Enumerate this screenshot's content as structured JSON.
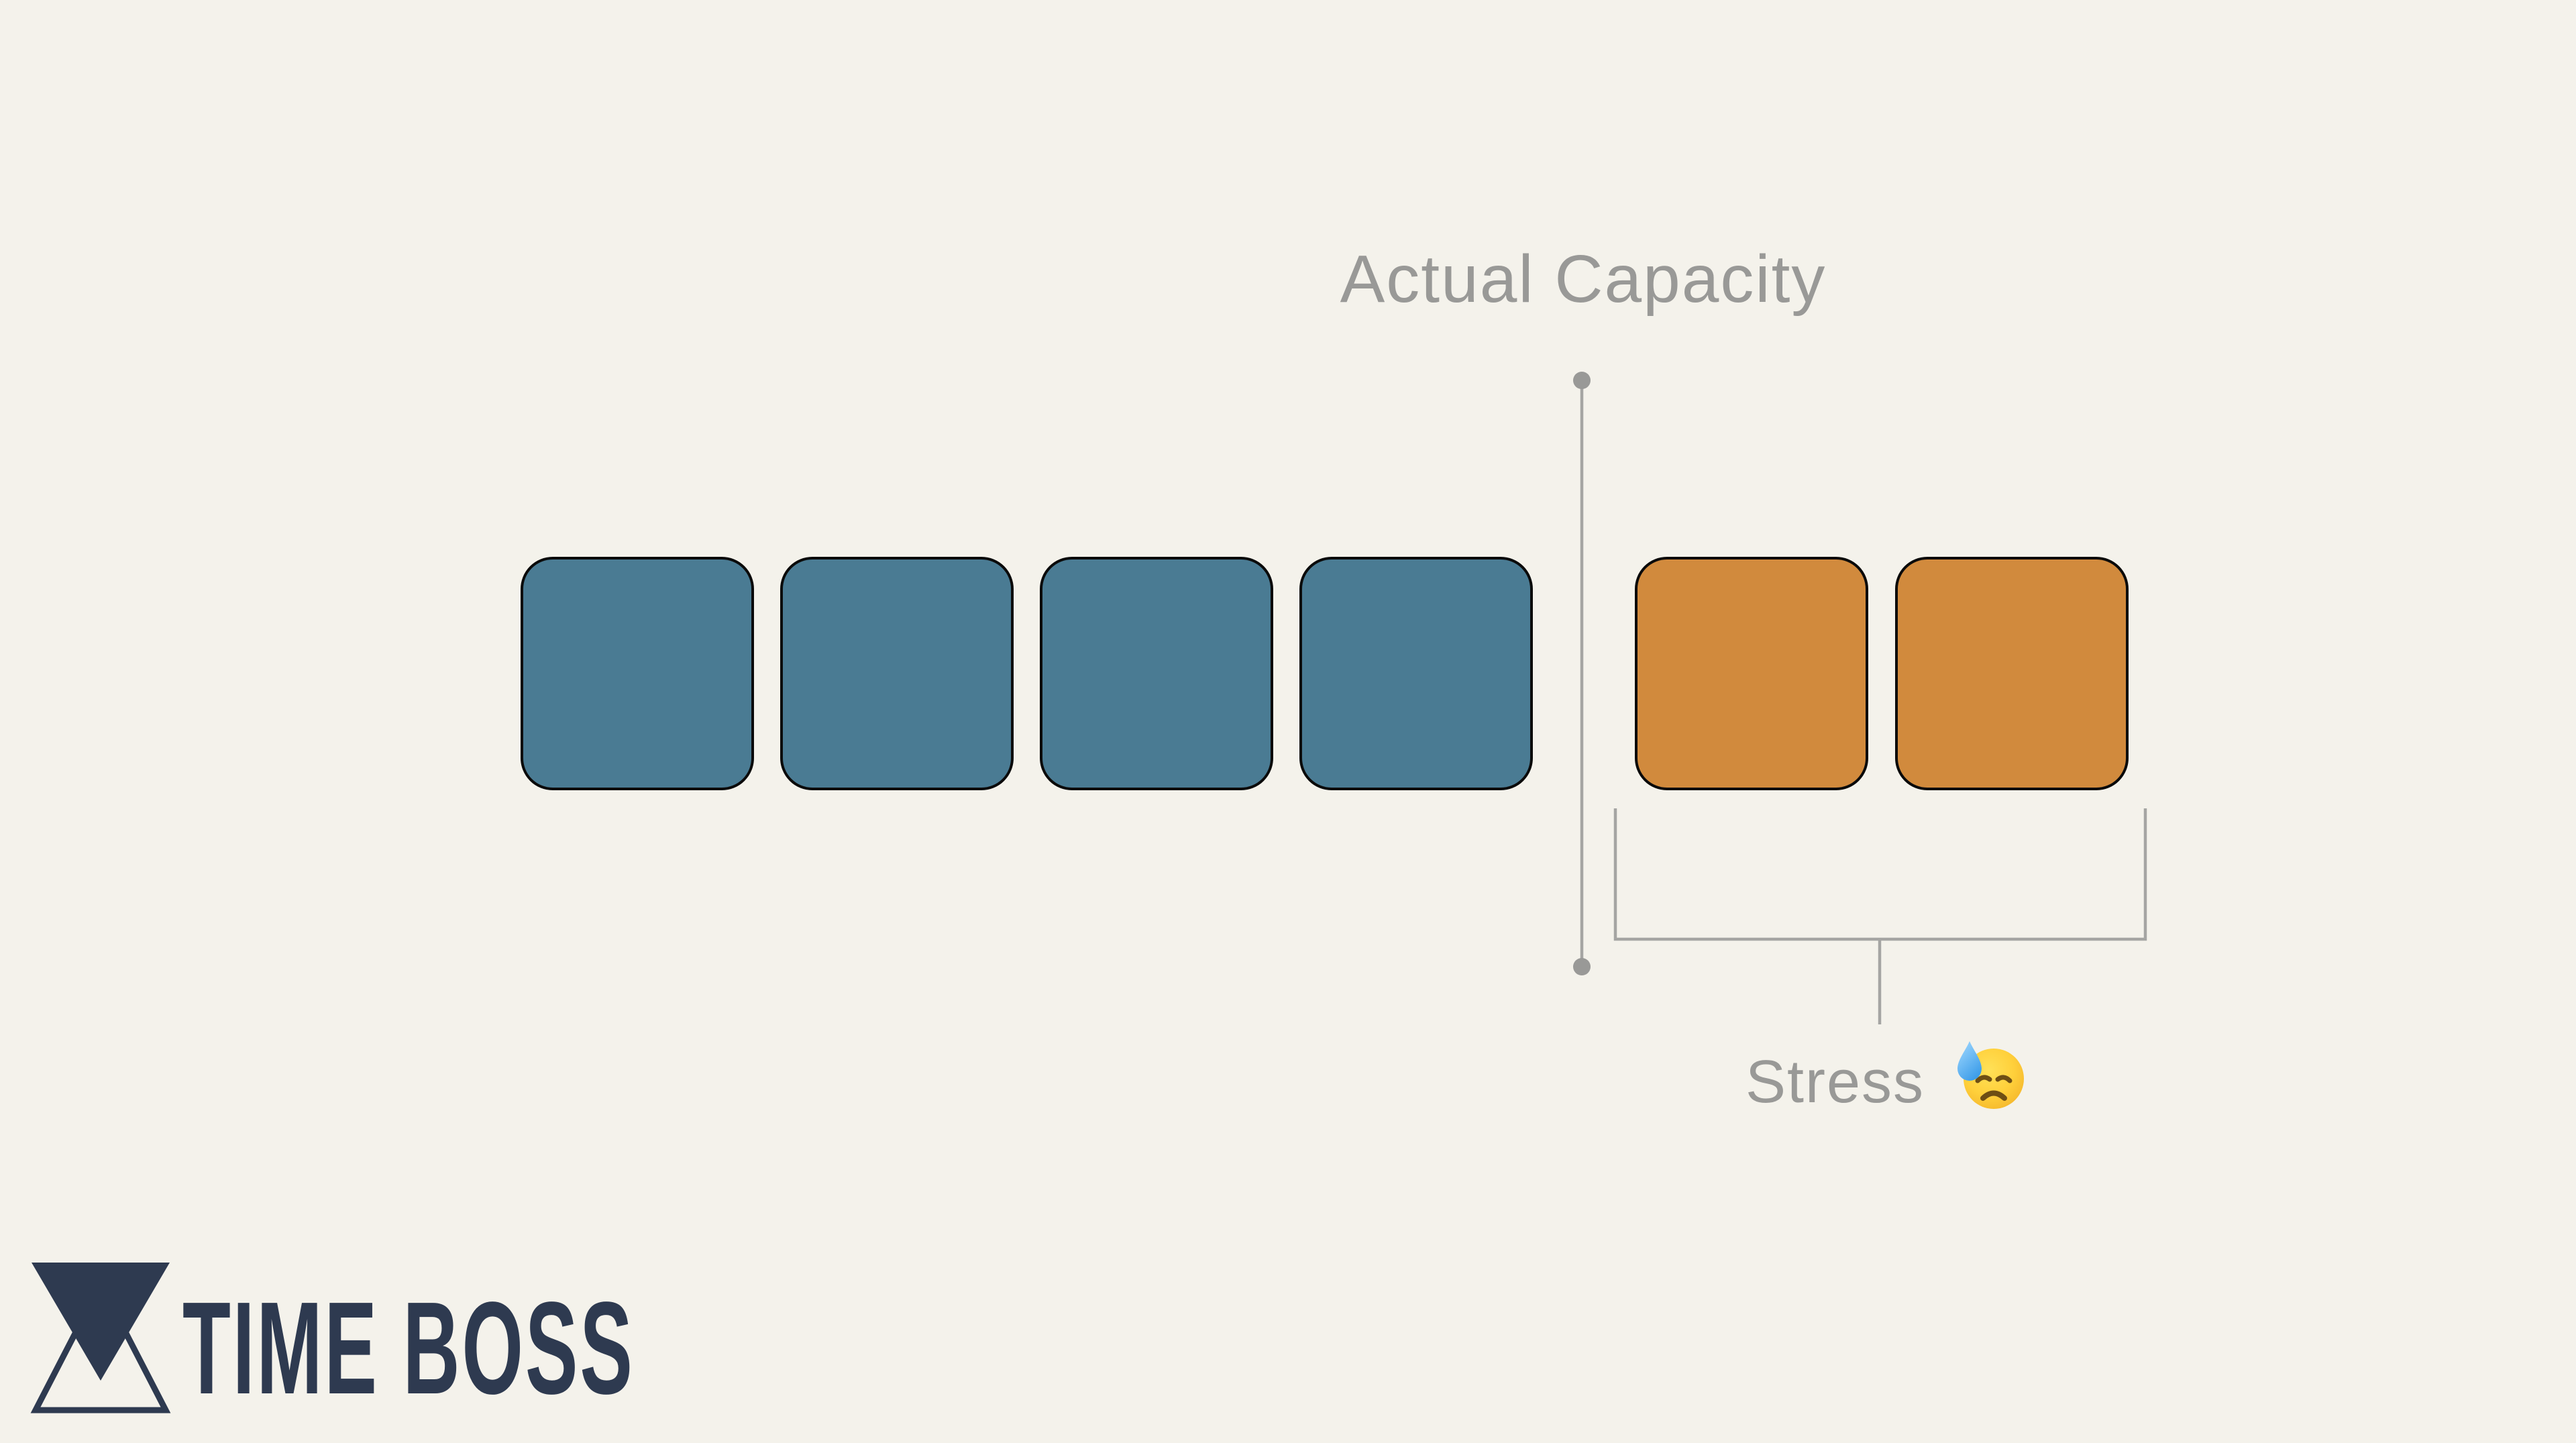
{
  "diagram": {
    "title": "Actual Capacity",
    "stress_label": "Stress",
    "stress_emoji": "😓",
    "blocks": [
      {
        "group": "capacity",
        "color": "#4A7B93"
      },
      {
        "group": "capacity",
        "color": "#4A7B93"
      },
      {
        "group": "capacity",
        "color": "#4A7B93"
      },
      {
        "group": "capacity",
        "color": "#4A7B93"
      },
      {
        "group": "stress",
        "color": "#D18A3D"
      },
      {
        "group": "stress",
        "color": "#D18A3D"
      }
    ],
    "colors": {
      "background": "#F4F2EB",
      "block_blue": "#4A7B93",
      "block_orange": "#D18A3D",
      "block_border": "#0A0A0A",
      "line_gray": "#A5A5A3",
      "label_gray": "#999997",
      "brand_navy": "#2E3A50"
    }
  },
  "brand": {
    "name": "TIME BOSS",
    "logo": "hourglass-icon"
  }
}
